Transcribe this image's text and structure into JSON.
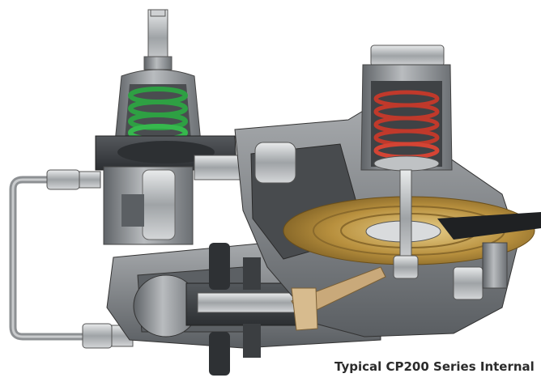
{
  "figure": {
    "caption": "Typical CP200 Series Internal"
  },
  "colors": {
    "background": "#ffffff",
    "body_metal": "#8e9194",
    "dark_metal": "#3a3d40",
    "pilot_spring": "#2ea043",
    "main_spring": "#c0392b",
    "diaphragm": "#c9a24a",
    "lever": "#c9a97a"
  },
  "parts": [
    "pilot-adjusting-screw",
    "pilot-spring",
    "main-spring",
    "diaphragm",
    "tubing-loop",
    "lever",
    "valve-body",
    "cutaway-housing"
  ]
}
